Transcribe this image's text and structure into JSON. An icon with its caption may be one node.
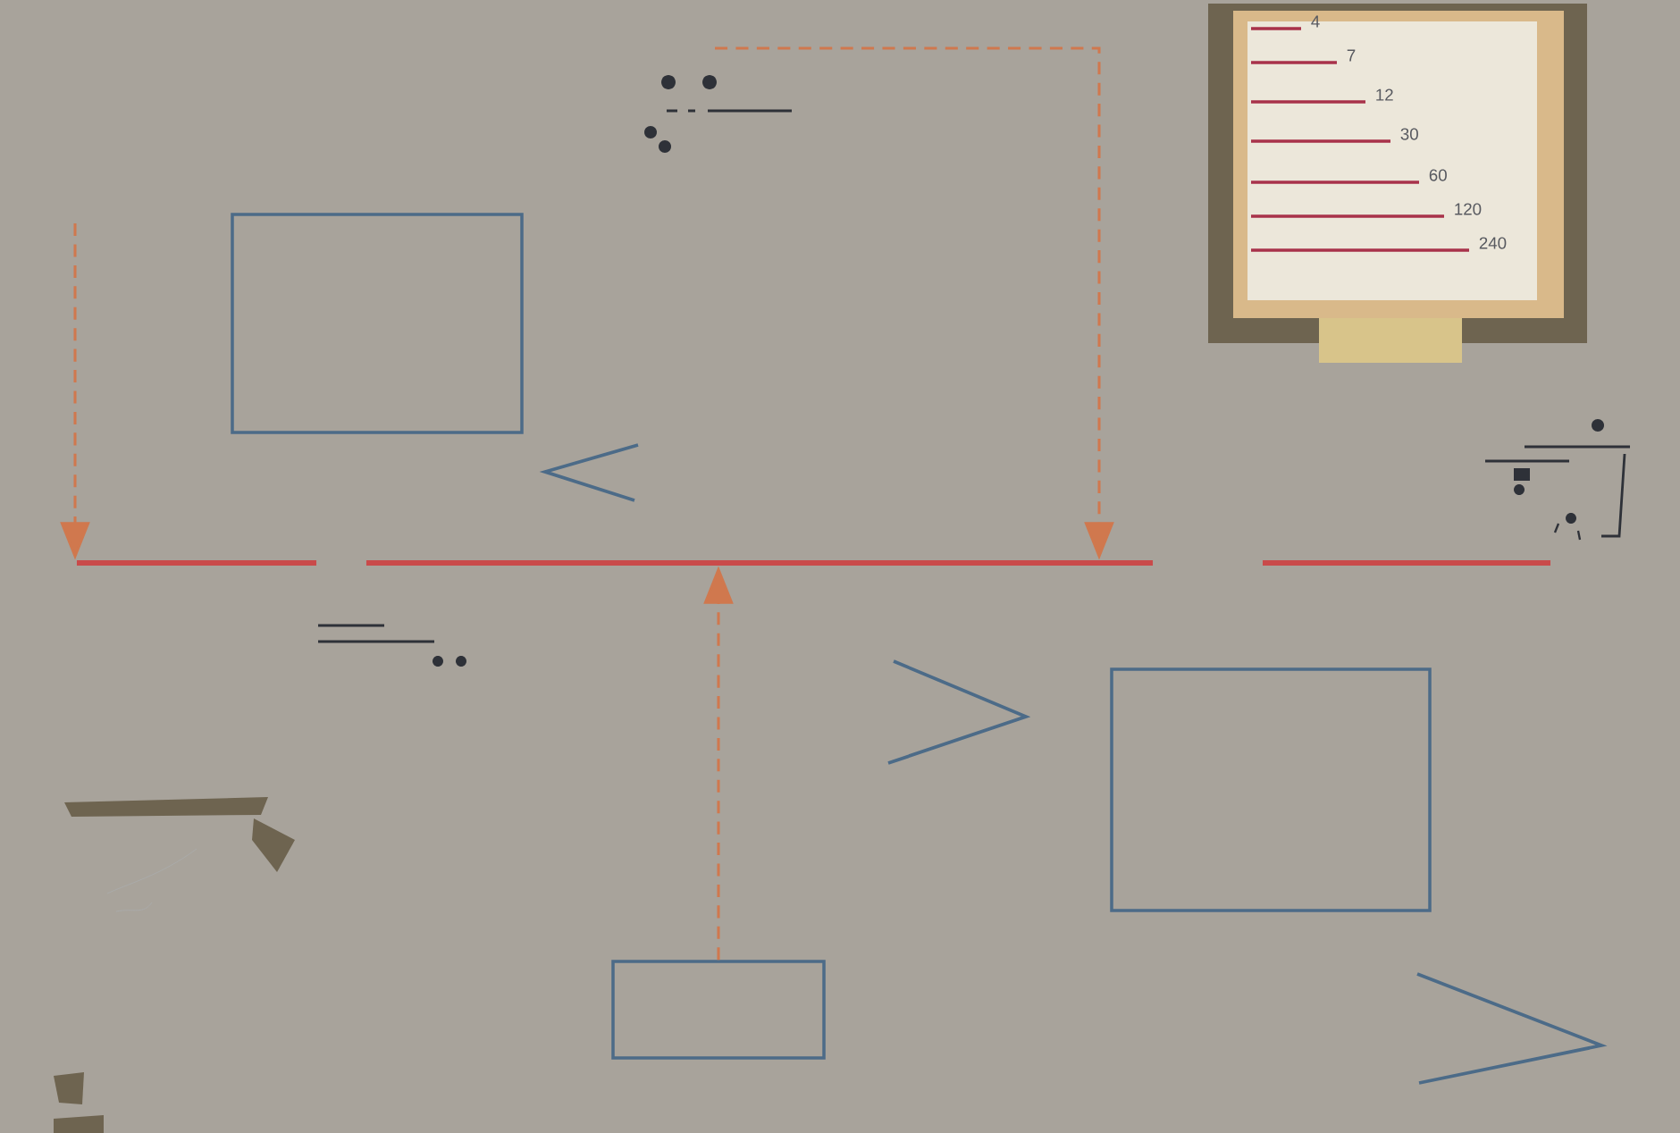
{
  "diagram": {
    "nodes": [
      {
        "text": [],
        "shape": "box"
      },
      {
        "text": [],
        "shape": "box"
      },
      {
        "text": [],
        "shape": "box"
      },
      {
        "text": [],
        "shape": "bar"
      },
      {
        "text": [],
        "shape": "bar"
      },
      {
        "text": [],
        "shape": "bar"
      }
    ],
    "edges": [
      {
        "from": null,
        "to": 3,
        "arrow": "to",
        "style": "dashed"
      },
      {
        "from": null,
        "to": 4,
        "arrow": "to",
        "style": "dashed"
      },
      {
        "from": 2,
        "to": 4,
        "arrow": "to",
        "style": "dashed"
      }
    ],
    "labels": [
      "4",
      "7",
      "12",
      "30",
      "60",
      "120",
      "240"
    ]
  }
}
